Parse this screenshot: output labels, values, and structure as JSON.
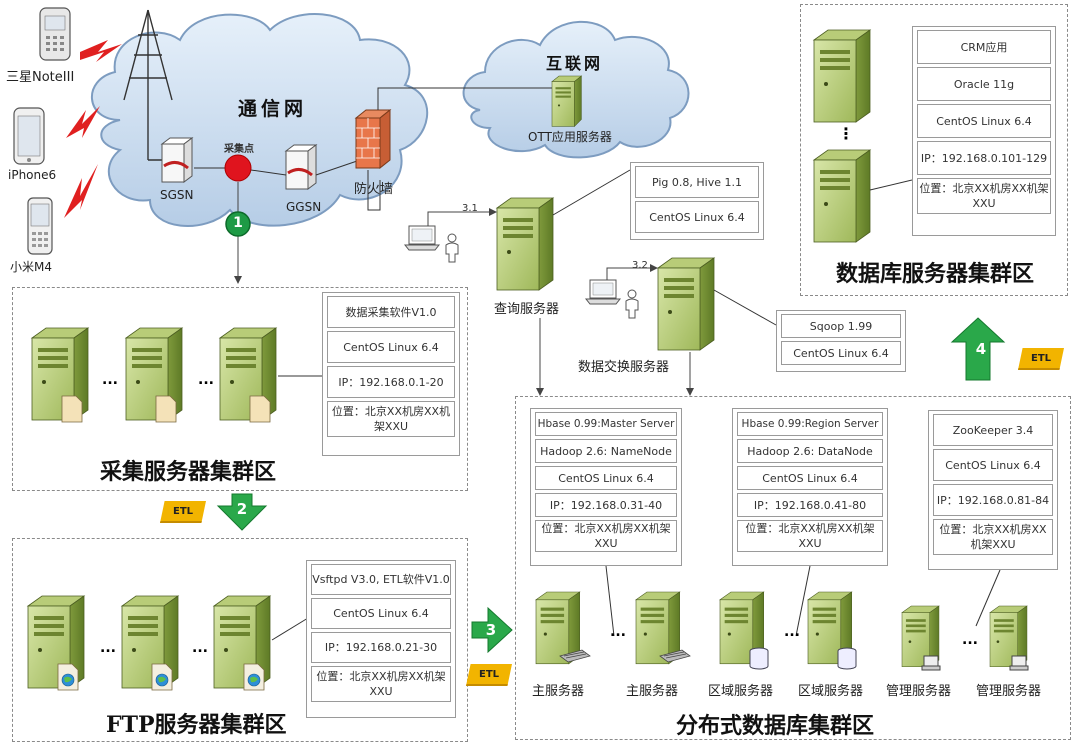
{
  "devices": {
    "samsung": "三星NoteIII",
    "iphone": "iPhone6",
    "xiaomi": "小米M4"
  },
  "network": {
    "telecom": "通信网",
    "internet": "互联网",
    "collect_point": "采集点",
    "sgsn": "SGSN",
    "ggsn": "GGSN",
    "firewall": "防火墙",
    "ott": "OTT应用服务器"
  },
  "steps": {
    "s1": "1",
    "s2": "2",
    "s3": "3",
    "s4": "4",
    "etl": "ETL",
    "q1": "3.1",
    "q2": "3.2"
  },
  "query": {
    "label": "查询服务器",
    "row1": "Pig 0.8, Hive 1.1",
    "row2": "CentOS Linux 6.4"
  },
  "exchange": {
    "label": "数据交换服务器",
    "row1": "Sqoop 1.99",
    "row2": "CentOS Linux 6.4"
  },
  "db_cluster": {
    "title": "数据库服务器集群区",
    "row1": "CRM应用",
    "row2": "Oracle 11g",
    "row3": "CentOS Linux 6.4",
    "row4": "IP：192.168.0.101-129",
    "row5": "位置：北京XX机房XX机架XXU",
    "dots": "⋮"
  },
  "collect_cluster": {
    "title": "采集服务器集群区",
    "row1": "数据采集软件V1.0",
    "row2": "CentOS Linux 6.4",
    "row3": "IP：192.168.0.1-20",
    "row4": "位置：北京XX机房XX机架XXU",
    "dots": "..."
  },
  "ftp_cluster": {
    "title": "FTP服务器集群区",
    "row1": "Vsftpd V3.0, ETL软件V1.0",
    "row2": "CentOS Linux 6.4",
    "row3": "IP：192.168.0.21-30",
    "row4": "位置：北京XX机房XX机架XXU",
    "dots": "..."
  },
  "dist_cluster": {
    "title": "分布式数据库集群区",
    "master": {
      "row1": "Hbase 0.99:Master Server",
      "row2": "Hadoop 2.6: NameNode",
      "row3": "CentOS Linux 6.4",
      "row4": "IP：192.168.0.31-40",
      "row5": "位置：北京XX机房XX机架XXU"
    },
    "region": {
      "row1": "Hbase 0.99:Region Server",
      "row2": "Hadoop 2.6: DataNode",
      "row3": "CentOS Linux 6.4",
      "row4": "IP：192.168.0.41-80",
      "row5": "位置：北京XX机房XX机架XXU"
    },
    "zk": {
      "row1": "ZooKeeper 3.4",
      "row2": "CentOS Linux 6.4",
      "row3": "IP：192.168.0.81-84",
      "row4": "位置：北京XX机房XX机架XXU"
    },
    "server_labels": [
      "主服务器",
      "主服务器",
      "区域服务器",
      "区域服务器",
      "管理服务器",
      "管理服务器"
    ],
    "dots": "..."
  }
}
